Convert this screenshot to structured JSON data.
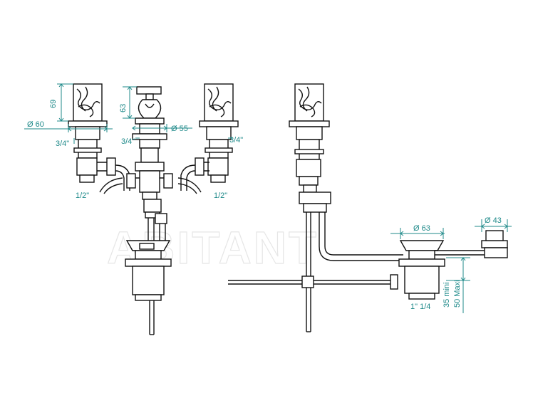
{
  "watermark": "ABITANT",
  "dimensions": {
    "h69": "69",
    "h63": "63",
    "d60": "Ø 60",
    "d55": "Ø 55",
    "t34_left": "3/4\"",
    "t34_mid": "3/4\"",
    "t34_right": "3/4\"",
    "t12_left": "1/2\"",
    "t12_right": "1/2\"",
    "d63": "Ø 63",
    "d43": "Ø 43",
    "t114": "1\" 1/4",
    "mini": "35 mini",
    "maxi": "50 Maxi"
  },
  "colors": {
    "dimension": "#1f8a8a",
    "line": "#111111"
  }
}
